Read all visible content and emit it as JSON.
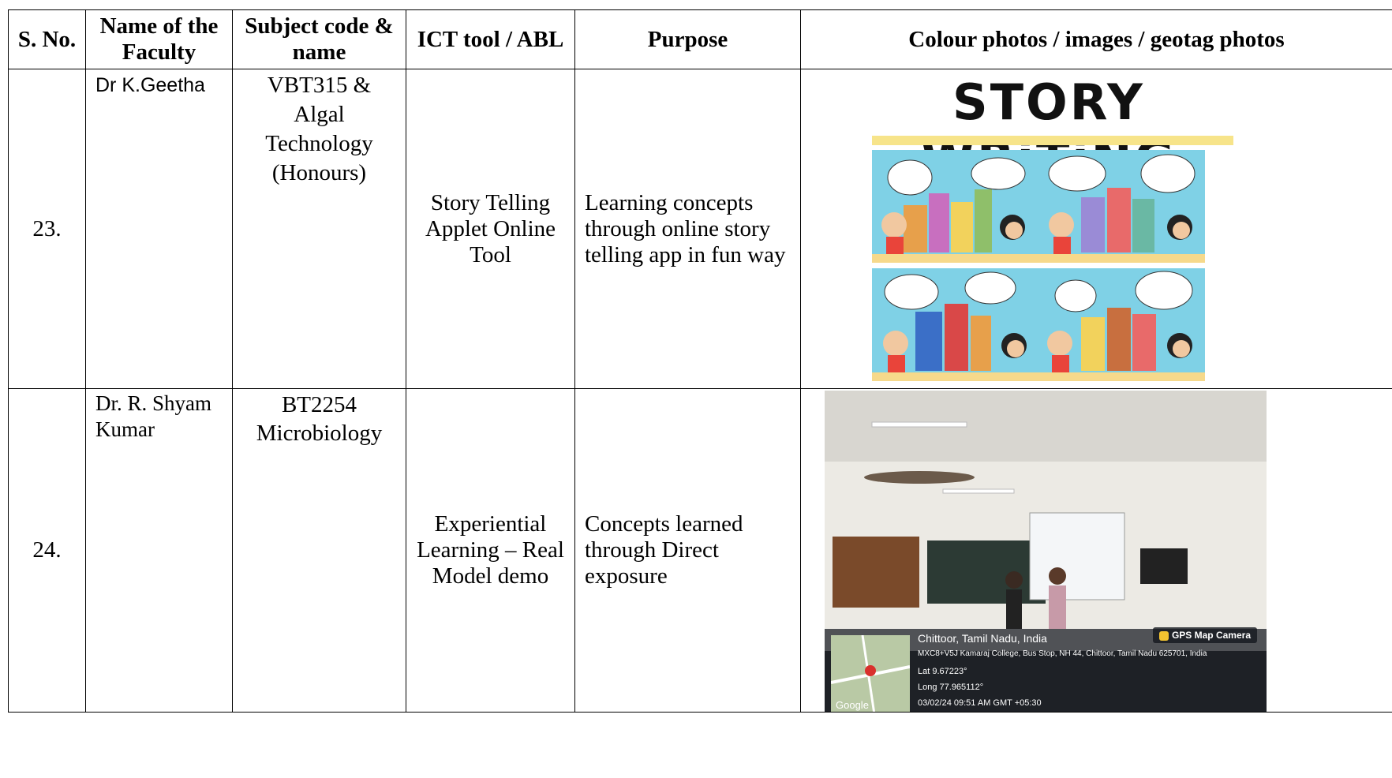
{
  "headers": {
    "sno": "S. No.",
    "faculty": "Name of the Faculty",
    "subject": "Subject code & name",
    "ict": "ICT tool / ABL",
    "purpose": "Purpose",
    "photos": "Colour photos / images / geotag photos"
  },
  "rows": [
    {
      "sno": "23.",
      "faculty": "Dr K.Geetha",
      "subject": "VBT315 & Algal Technology (Honours)",
      "ict": "Story Telling Applet Online Tool",
      "purpose": "Learning concepts through online story telling app in fun way",
      "image": {
        "title": "STORY WRiTiNG",
        "colors": {
          "panel": "#7fd1e6",
          "bar": "#f7e48a"
        }
      }
    },
    {
      "sno": "24.",
      "faculty": "Dr. R. Shyam Kumar",
      "subject": "BT2254 Microbiology",
      "ict": "Experiential Learning – Real Model demo",
      "purpose": "Concepts learned through Direct exposure",
      "image": {
        "badge": "GPS Map Camera",
        "location": "Chittoor, Tamil Nadu, India",
        "address": "MXC8+V5J Kamaraj College, Bus Stop, NH 44, Chittoor, Tamil Nadu 625701, India",
        "lat": "Lat 9.67223°",
        "long": "Long 77.965112°",
        "timestamp": "03/02/24 09:51 AM GMT +05:30",
        "map_label": "Google"
      }
    }
  ]
}
